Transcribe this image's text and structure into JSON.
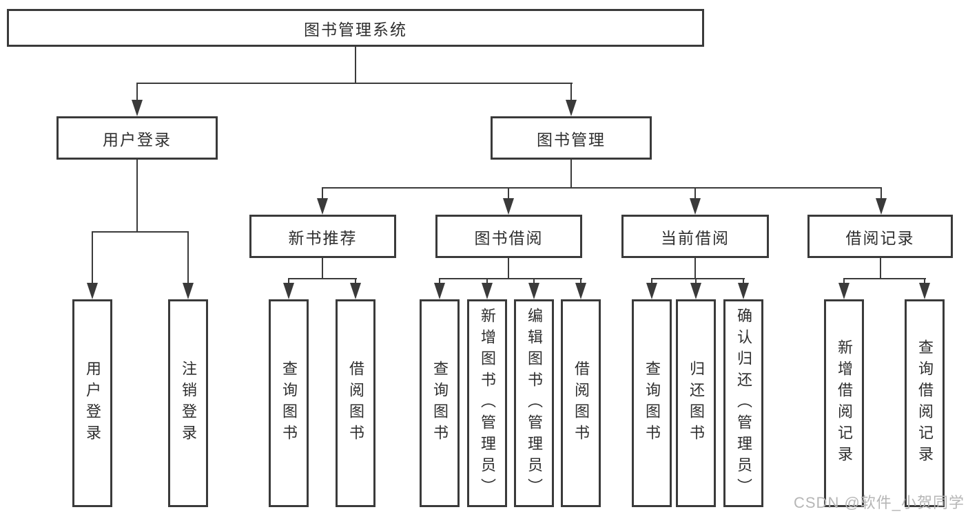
{
  "diagram_title": "图书管理系统",
  "colors": {
    "line": "#3a3a3a",
    "box_border": "#3a3a3a",
    "text": "#2e2e2e",
    "watermark": "#b6b6b6",
    "background": "#ffffff"
  },
  "tree": {
    "root": "图书管理系统",
    "user_login": {
      "label": "用户登录",
      "children": [
        "用户登录",
        "注销登录"
      ]
    },
    "book_mgmt": {
      "label": "图书管理",
      "sections": {
        "new_books": {
          "label": "新书推荐",
          "children": [
            "查询图书",
            "借阅图书"
          ]
        },
        "book_borrow": {
          "label": "图书借阅",
          "children": [
            "查询图书",
            "新增图书（管理员）",
            "编辑图书（管理员）",
            "借阅图书"
          ]
        },
        "current_borrow": {
          "label": "当前借阅",
          "children": [
            "查询图书",
            "归还图书",
            "确认归还（管理员）"
          ]
        },
        "borrow_records": {
          "label": "借阅记录",
          "children": [
            "新增借阅记录",
            "查询借阅记录"
          ]
        }
      }
    }
  },
  "watermark": {
    "text": "CSDN @软件_小贺同学"
  }
}
